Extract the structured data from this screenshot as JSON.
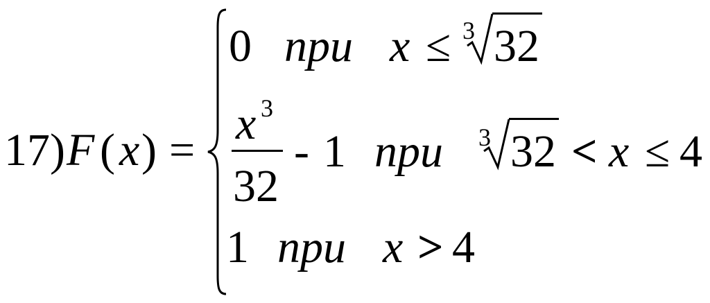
{
  "equation": {
    "label": "17)",
    "function_name": "F",
    "variable": "x",
    "open_paren": "(",
    "close_paren": ")",
    "equals": "=",
    "cases": [
      {
        "value": "0",
        "word": "при",
        "condition": {
          "var": "x",
          "op": "≤",
          "root_index": "3",
          "radicand": "32"
        }
      },
      {
        "value_numerator_base": "x",
        "value_numerator_exponent": "3",
        "value_denominator": "32",
        "minus": "-",
        "one": "1",
        "word": "при",
        "condition": {
          "root_index": "3",
          "radicand": "32",
          "op1": "<",
          "var": "x",
          "op2": "≤",
          "bound": "4"
        }
      },
      {
        "value": "1",
        "word": "при",
        "condition": {
          "var": "x",
          "op": ">",
          "bound": "4"
        }
      }
    ]
  }
}
